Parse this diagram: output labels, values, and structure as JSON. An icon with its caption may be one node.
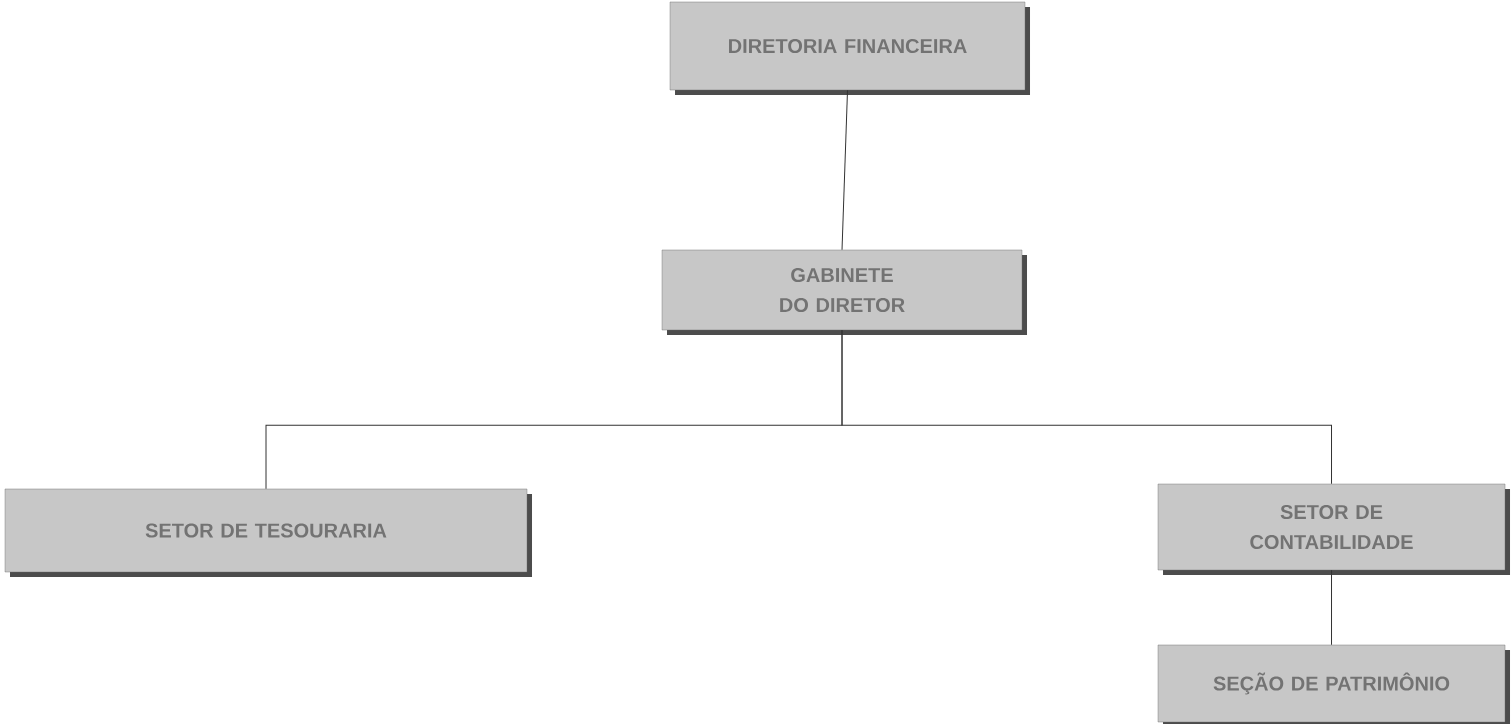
{
  "diagram": {
    "nodes": [
      {
        "text": [
          "DIRETORIA FINANCEIRA"
        ]
      },
      {
        "text": [
          "GABINETE DO DIRETOR"
        ]
      },
      {
        "text": [
          "SETOR DE TESOURARIA"
        ]
      },
      {
        "text": [
          "SETOR DE CONTABILIDADE"
        ]
      },
      {
        "text": [
          "SEÇÃO DE PATRIMÔNIO"
        ]
      }
    ],
    "edges": [
      {
        "from": 0,
        "to": 1,
        "arrow": "none"
      },
      {
        "from": 1,
        "to": 2,
        "arrow": "none"
      },
      {
        "from": 1,
        "to": 3,
        "arrow": "none"
      },
      {
        "from": 3,
        "to": 4,
        "arrow": "none"
      }
    ]
  }
}
